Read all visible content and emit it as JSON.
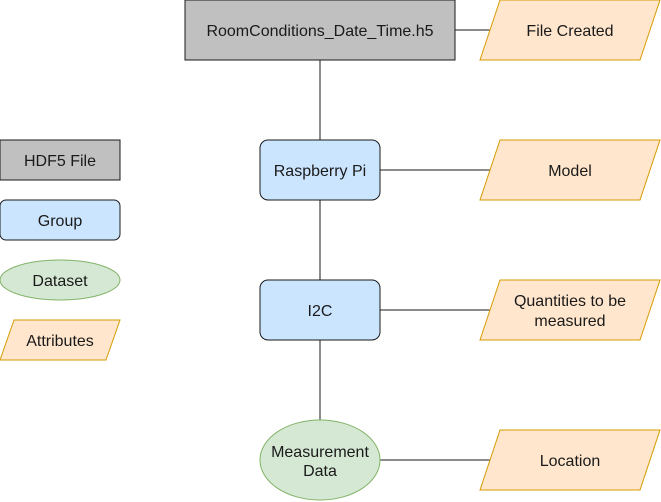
{
  "diagram": {
    "root": {
      "label": "RoomConditions_Date_Time.h5"
    },
    "group1": {
      "label": "Raspberry Pi"
    },
    "group2": {
      "label": "I2C"
    },
    "dataset": {
      "line1": "Measurement",
      "line2": "Data"
    },
    "attributes": {
      "file_created": {
        "label": "File Created"
      },
      "model": {
        "label": "Model"
      },
      "quantities": {
        "line1": "Quantities to be",
        "line2": "measured"
      },
      "location": {
        "label": "Location"
      }
    },
    "legend": {
      "hdf5_file": "HDF5 File",
      "group": "Group",
      "dataset": "Dataset",
      "attributes": "Attributes"
    },
    "colors": {
      "file_fill": "#c0c0c0",
      "group_fill": "#cce5ff",
      "dataset_fill": "#d5e8d4",
      "dataset_stroke": "#82b366",
      "attribute_fill": "#ffe6cc",
      "attribute_stroke": "#d79b00",
      "stroke": "#1a1a1a"
    }
  }
}
